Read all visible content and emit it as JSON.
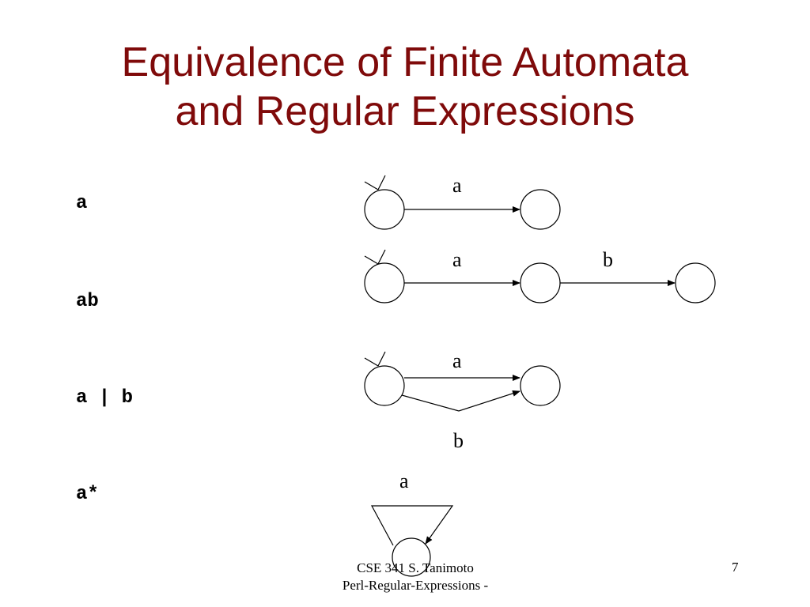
{
  "slide": {
    "title_line1": "Equivalence of Finite Automata",
    "title_line2": "and Regular Expressions",
    "footer_line1": "CSE 341  S. Tanimoto",
    "footer_line2": "Perl-Regular-Expressions -",
    "page_number": "7",
    "title_color": "#7f0a0a"
  },
  "regexes": [
    {
      "expr": "a"
    },
    {
      "expr": "ab"
    },
    {
      "expr": "a | b"
    },
    {
      "expr": "a*"
    }
  ],
  "automata": [
    {
      "regex": "a",
      "transitions": [
        {
          "label": "a"
        }
      ]
    },
    {
      "regex": "ab",
      "transitions": [
        {
          "label": "a"
        },
        {
          "label": "b"
        }
      ]
    },
    {
      "regex": "a | b",
      "transitions": [
        {
          "label": "a"
        },
        {
          "label": "b"
        }
      ]
    },
    {
      "regex": "a*",
      "transitions": [
        {
          "label": "a"
        }
      ]
    }
  ]
}
